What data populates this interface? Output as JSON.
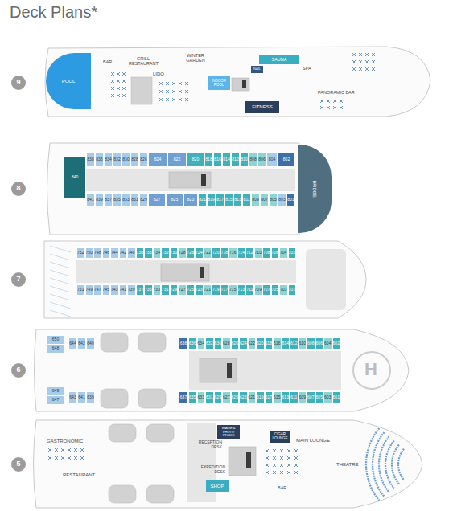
{
  "diagram": {
    "title": "Deck Plans*",
    "nodes": [
      {
        "text": [
          "9"
        ]
      },
      {
        "text": [
          "POOL"
        ]
      },
      {
        "text": [
          "SAUNA"
        ]
      },
      {
        "text": [
          "INDOOR POOL"
        ]
      },
      {
        "text": [
          "NAIL"
        ]
      },
      {
        "text": [
          "FITNESS"
        ]
      },
      {
        "text": [
          "8"
        ]
      },
      {
        "text": [
          "840"
        ]
      },
      {
        "text": [
          "838"
        ]
      },
      {
        "text": [
          "836"
        ]
      },
      {
        "text": [
          "834"
        ]
      },
      {
        "text": [
          "832"
        ]
      },
      {
        "text": [
          "830"
        ]
      },
      {
        "text": [
          "828"
        ]
      },
      {
        "text": [
          "826"
        ]
      },
      {
        "text": [
          "824"
        ]
      },
      {
        "text": [
          "822"
        ]
      },
      {
        "text": [
          "820"
        ]
      },
      {
        "text": [
          "818"
        ]
      },
      {
        "text": [
          "816"
        ]
      },
      {
        "text": [
          "814"
        ]
      },
      {
        "text": [
          "812"
        ]
      },
      {
        "text": [
          "810"
        ]
      },
      {
        "text": [
          "808"
        ]
      },
      {
        "text": [
          "806"
        ]
      },
      {
        "text": [
          "804"
        ]
      },
      {
        "text": [
          "802"
        ]
      },
      {
        "text": [
          "841"
        ]
      },
      {
        "text": [
          "839"
        ]
      },
      {
        "text": [
          "837"
        ]
      },
      {
        "text": [
          "835"
        ]
      },
      {
        "text": [
          "833"
        ]
      },
      {
        "text": [
          "831"
        ]
      },
      {
        "text": [
          "829"
        ]
      },
      {
        "text": [
          "827"
        ]
      },
      {
        "text": [
          "825"
        ]
      },
      {
        "text": [
          "823"
        ]
      },
      {
        "text": [
          "821"
        ]
      },
      {
        "text": [
          "819"
        ]
      },
      {
        "text": [
          "817"
        ]
      },
      {
        "text": [
          "815"
        ]
      },
      {
        "text": [
          "813"
        ]
      },
      {
        "text": [
          "811"
        ]
      },
      {
        "text": [
          "809"
        ]
      },
      {
        "text": [
          "807"
        ]
      },
      {
        "text": [
          "805"
        ]
      },
      {
        "text": [
          "803"
        ]
      },
      {
        "text": [
          "801"
        ]
      },
      {
        "text": [
          "BRIDGE"
        ]
      },
      {
        "text": [
          "7"
        ]
      },
      {
        "text": [
          "752"
        ]
      },
      {
        "text": [
          "750"
        ]
      },
      {
        "text": [
          "748"
        ]
      },
      {
        "text": [
          "746"
        ]
      },
      {
        "text": [
          "744"
        ]
      },
      {
        "text": [
          "742"
        ]
      },
      {
        "text": [
          "740"
        ]
      },
      {
        "text": [
          "738"
        ]
      },
      {
        "text": [
          "736"
        ]
      },
      {
        "text": [
          "734"
        ]
      },
      {
        "text": [
          "732"
        ]
      },
      {
        "text": [
          "730"
        ]
      },
      {
        "text": [
          "728"
        ]
      },
      {
        "text": [
          "726"
        ]
      },
      {
        "text": [
          "724"
        ]
      },
      {
        "text": [
          "722"
        ]
      },
      {
        "text": [
          "720"
        ]
      },
      {
        "text": [
          "718"
        ]
      },
      {
        "text": [
          "716"
        ]
      },
      {
        "text": [
          "714"
        ]
      },
      {
        "text": [
          "712"
        ]
      },
      {
        "text": [
          "710"
        ]
      },
      {
        "text": [
          "708"
        ]
      },
      {
        "text": [
          "706"
        ]
      },
      {
        "text": [
          "704"
        ]
      },
      {
        "text": [
          "702"
        ]
      },
      {
        "text": [
          "751"
        ]
      },
      {
        "text": [
          "749"
        ]
      },
      {
        "text": [
          "747"
        ]
      },
      {
        "text": [
          "745"
        ]
      },
      {
        "text": [
          "743"
        ]
      },
      {
        "text": [
          "741"
        ]
      },
      {
        "text": [
          "739"
        ]
      },
      {
        "text": [
          "737"
        ]
      },
      {
        "text": [
          "735"
        ]
      },
      {
        "text": [
          "733"
        ]
      },
      {
        "text": [
          "731"
        ]
      },
      {
        "text": [
          "729"
        ]
      },
      {
        "text": [
          "727"
        ]
      },
      {
        "text": [
          "725"
        ]
      },
      {
        "text": [
          "723"
        ]
      },
      {
        "text": [
          "721"
        ]
      },
      {
        "text": [
          "719"
        ]
      },
      {
        "text": [
          "717"
        ]
      },
      {
        "text": [
          "715"
        ]
      },
      {
        "text": [
          "713"
        ]
      },
      {
        "text": [
          "711"
        ]
      },
      {
        "text": [
          "709"
        ]
      },
      {
        "text": [
          "707"
        ]
      },
      {
        "text": [
          "705"
        ]
      },
      {
        "text": [
          "703"
        ]
      },
      {
        "text": [
          "701"
        ]
      },
      {
        "text": [
          "6"
        ]
      },
      {
        "text": [
          "650"
        ]
      },
      {
        "text": [
          "648"
        ]
      },
      {
        "text": [
          "649"
        ]
      },
      {
        "text": [
          "647"
        ]
      },
      {
        "text": [
          "644"
        ]
      },
      {
        "text": [
          "642"
        ]
      },
      {
        "text": [
          "640"
        ]
      },
      {
        "text": [
          "638"
        ]
      },
      {
        "text": [
          "636"
        ]
      },
      {
        "text": [
          "634"
        ]
      },
      {
        "text": [
          "632"
        ]
      },
      {
        "text": [
          "630"
        ]
      },
      {
        "text": [
          "628"
        ]
      },
      {
        "text": [
          "626"
        ]
      },
      {
        "text": [
          "624"
        ]
      },
      {
        "text": [
          "622"
        ]
      },
      {
        "text": [
          "620"
        ]
      },
      {
        "text": [
          "618"
        ]
      },
      {
        "text": [
          "616"
        ]
      },
      {
        "text": [
          "614"
        ]
      },
      {
        "text": [
          "612"
        ]
      },
      {
        "text": [
          "610"
        ]
      },
      {
        "text": [
          "608"
        ]
      },
      {
        "text": [
          "606"
        ]
      },
      {
        "text": [
          "604"
        ]
      },
      {
        "text": [
          "602"
        ]
      },
      {
        "text": [
          "643"
        ]
      },
      {
        "text": [
          "641"
        ]
      },
      {
        "text": [
          "639"
        ]
      },
      {
        "text": [
          "637"
        ]
      },
      {
        "text": [
          "635"
        ]
      },
      {
        "text": [
          "633"
        ]
      },
      {
        "text": [
          "631"
        ]
      },
      {
        "text": [
          "629"
        ]
      },
      {
        "text": [
          "627"
        ]
      },
      {
        "text": [
          "625"
        ]
      },
      {
        "text": [
          "623"
        ]
      },
      {
        "text": [
          "621"
        ]
      },
      {
        "text": [
          "619"
        ]
      },
      {
        "text": [
          "617"
        ]
      },
      {
        "text": [
          "615"
        ]
      },
      {
        "text": [
          "613"
        ]
      },
      {
        "text": [
          "611"
        ]
      },
      {
        "text": [
          "609"
        ]
      },
      {
        "text": [
          "607"
        ]
      },
      {
        "text": [
          "605"
        ]
      },
      {
        "text": [
          "603"
        ]
      },
      {
        "text": [
          "601"
        ]
      },
      {
        "text": [
          "5"
        ]
      },
      {
        "text": [
          "IMAGE & PHOTO STUDIO"
        ]
      },
      {
        "text": [
          "CIGAR LOUNGE"
        ]
      },
      {
        "text": [
          "SHOP"
        ]
      }
    ],
    "labels": [
      "BAR",
      "GRILL RESTAURANT",
      "LIDO",
      "WINTER GARDEN",
      "SPA",
      "PANORAMIC BAR",
      "H",
      "GASTRONOMIC",
      "RESTAURANT",
      "RECEPTION DESK",
      "EXPEDITION DESK",
      "MAIN LOUNGE",
      "BAR",
      "THEATRE"
    ]
  }
}
